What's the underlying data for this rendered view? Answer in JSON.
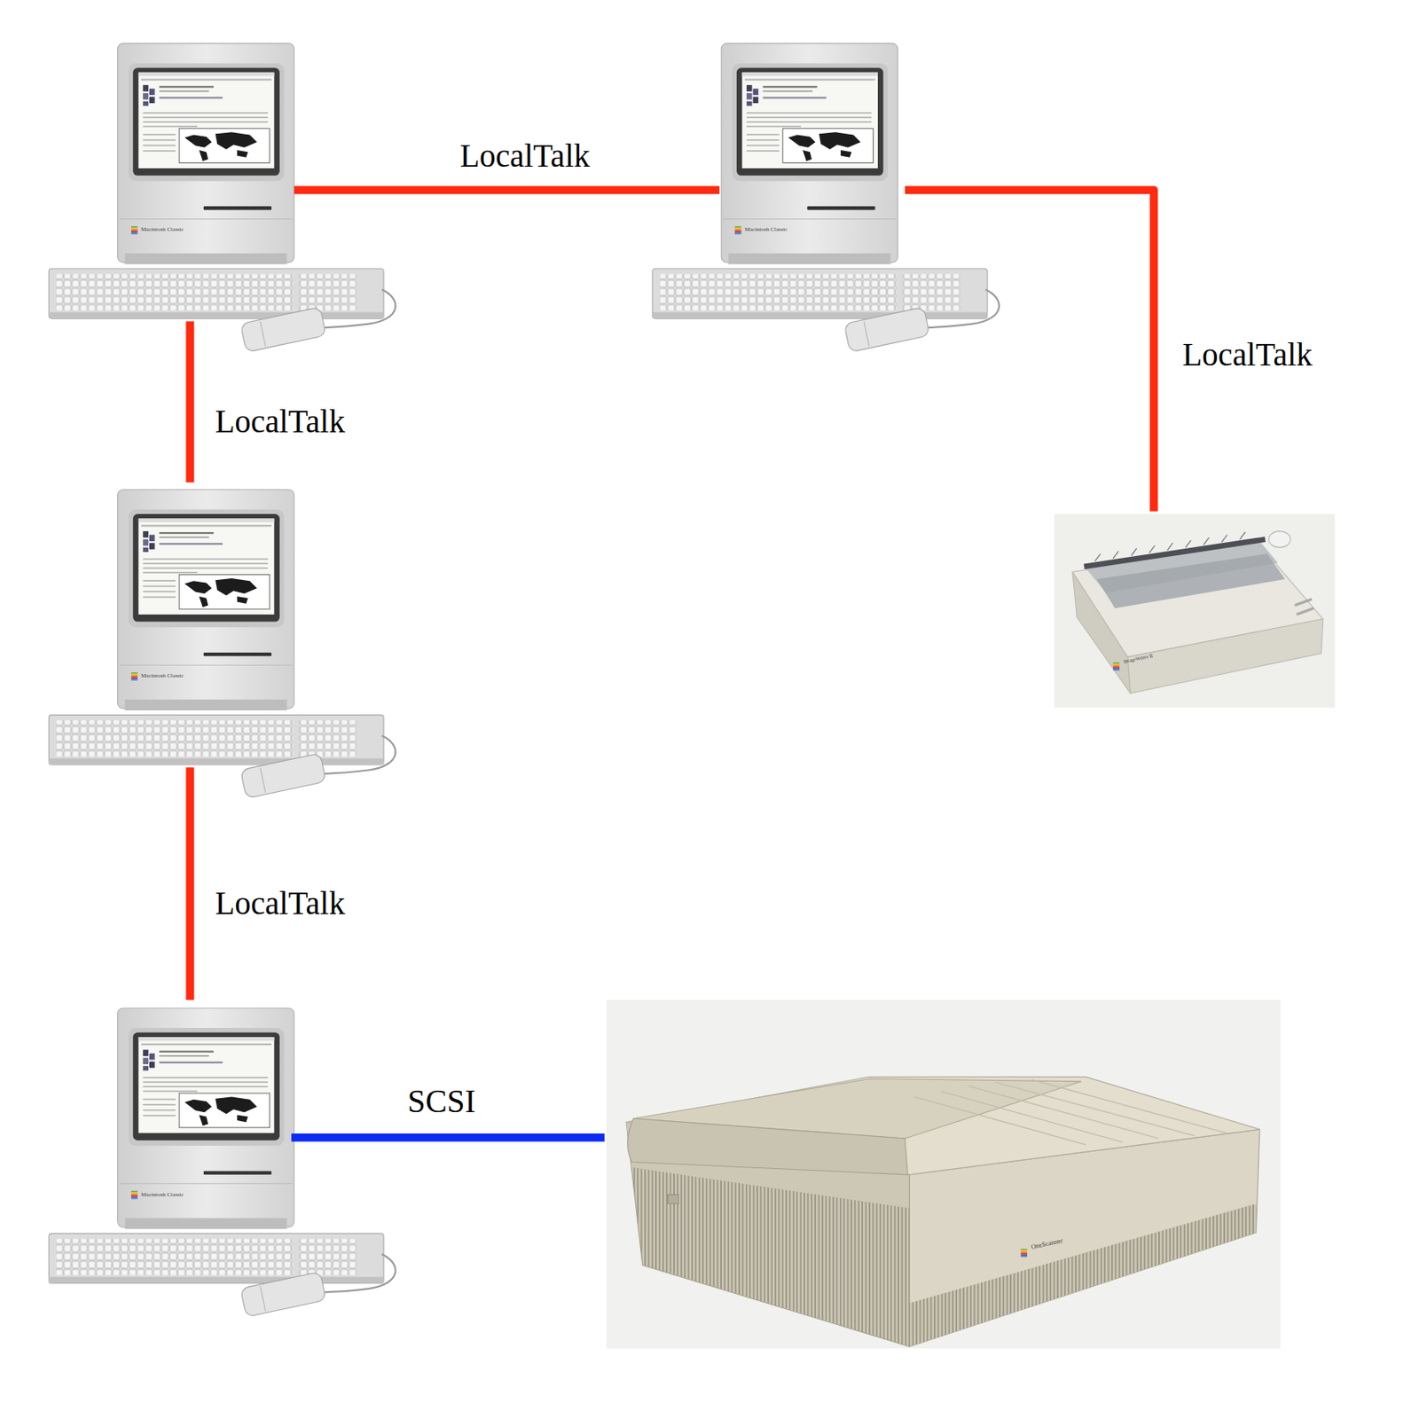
{
  "diagram": {
    "nodes": [
      {
        "text": [
          "Macintosh Classic"
        ]
      },
      {
        "text": [
          "Macintosh Classic"
        ]
      },
      {
        "text": [
          "Macintosh Classic"
        ]
      },
      {
        "text": [
          "ImageWriter II"
        ]
      },
      {
        "text": [
          "Macintosh Classic"
        ]
      },
      {
        "text": [
          "OneScanner"
        ]
      }
    ],
    "edges": [
      {
        "from": 0,
        "to": 1,
        "arrow": "none",
        "label": "LocalTalk"
      },
      {
        "from": 1,
        "to": 3,
        "arrow": "none",
        "label": "LocalTalk"
      },
      {
        "from": 0,
        "to": 2,
        "arrow": "none",
        "label": "LocalTalk"
      },
      {
        "from": 2,
        "to": 4,
        "arrow": "none",
        "label": "LocalTalk"
      },
      {
        "from": 4,
        "to": 5,
        "arrow": "none",
        "label": "SCSI"
      }
    ]
  }
}
